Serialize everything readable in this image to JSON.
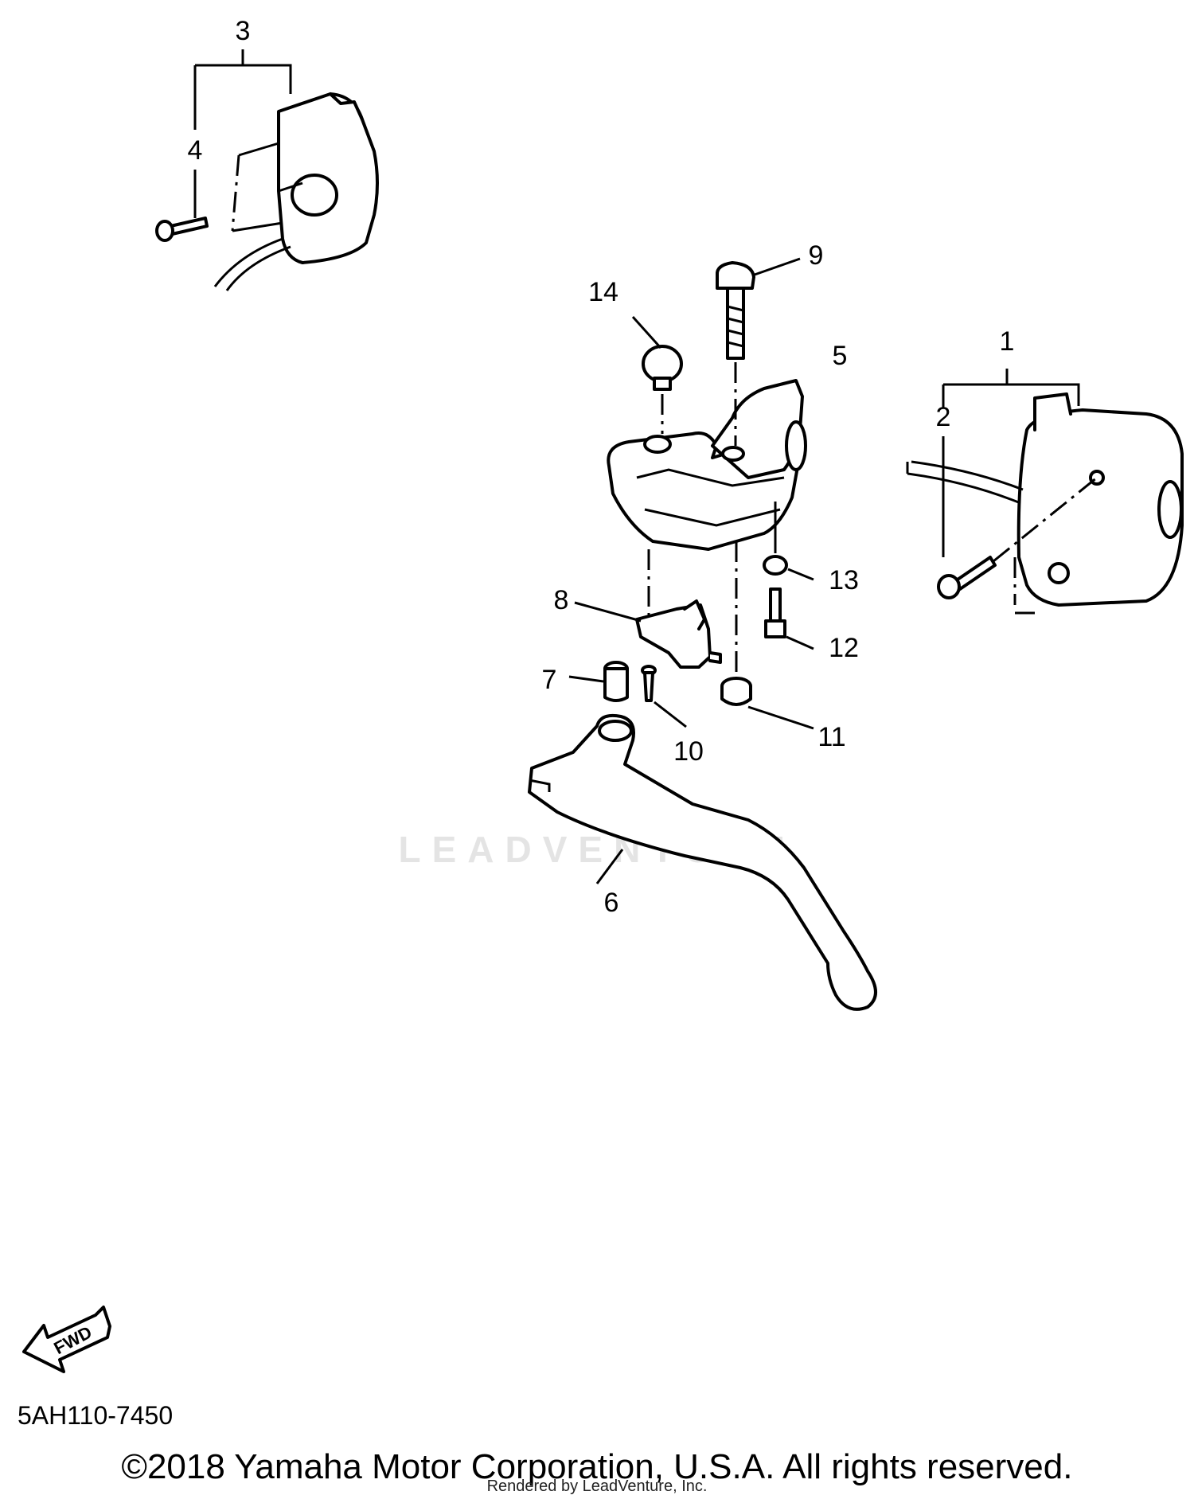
{
  "callouts": [
    "1",
    "2",
    "3",
    "4",
    "5",
    "6",
    "7",
    "8",
    "9",
    "10",
    "11",
    "12",
    "13",
    "14"
  ],
  "fwd_label": "FWD",
  "watermark": "LEADVENTURE",
  "diagram_code": "5AH110-7450",
  "copyright": "©2018 Yamaha Motor Corporation, U.S.A. All rights reserved.",
  "rendered_by": "Rendered by LeadVenture, Inc."
}
